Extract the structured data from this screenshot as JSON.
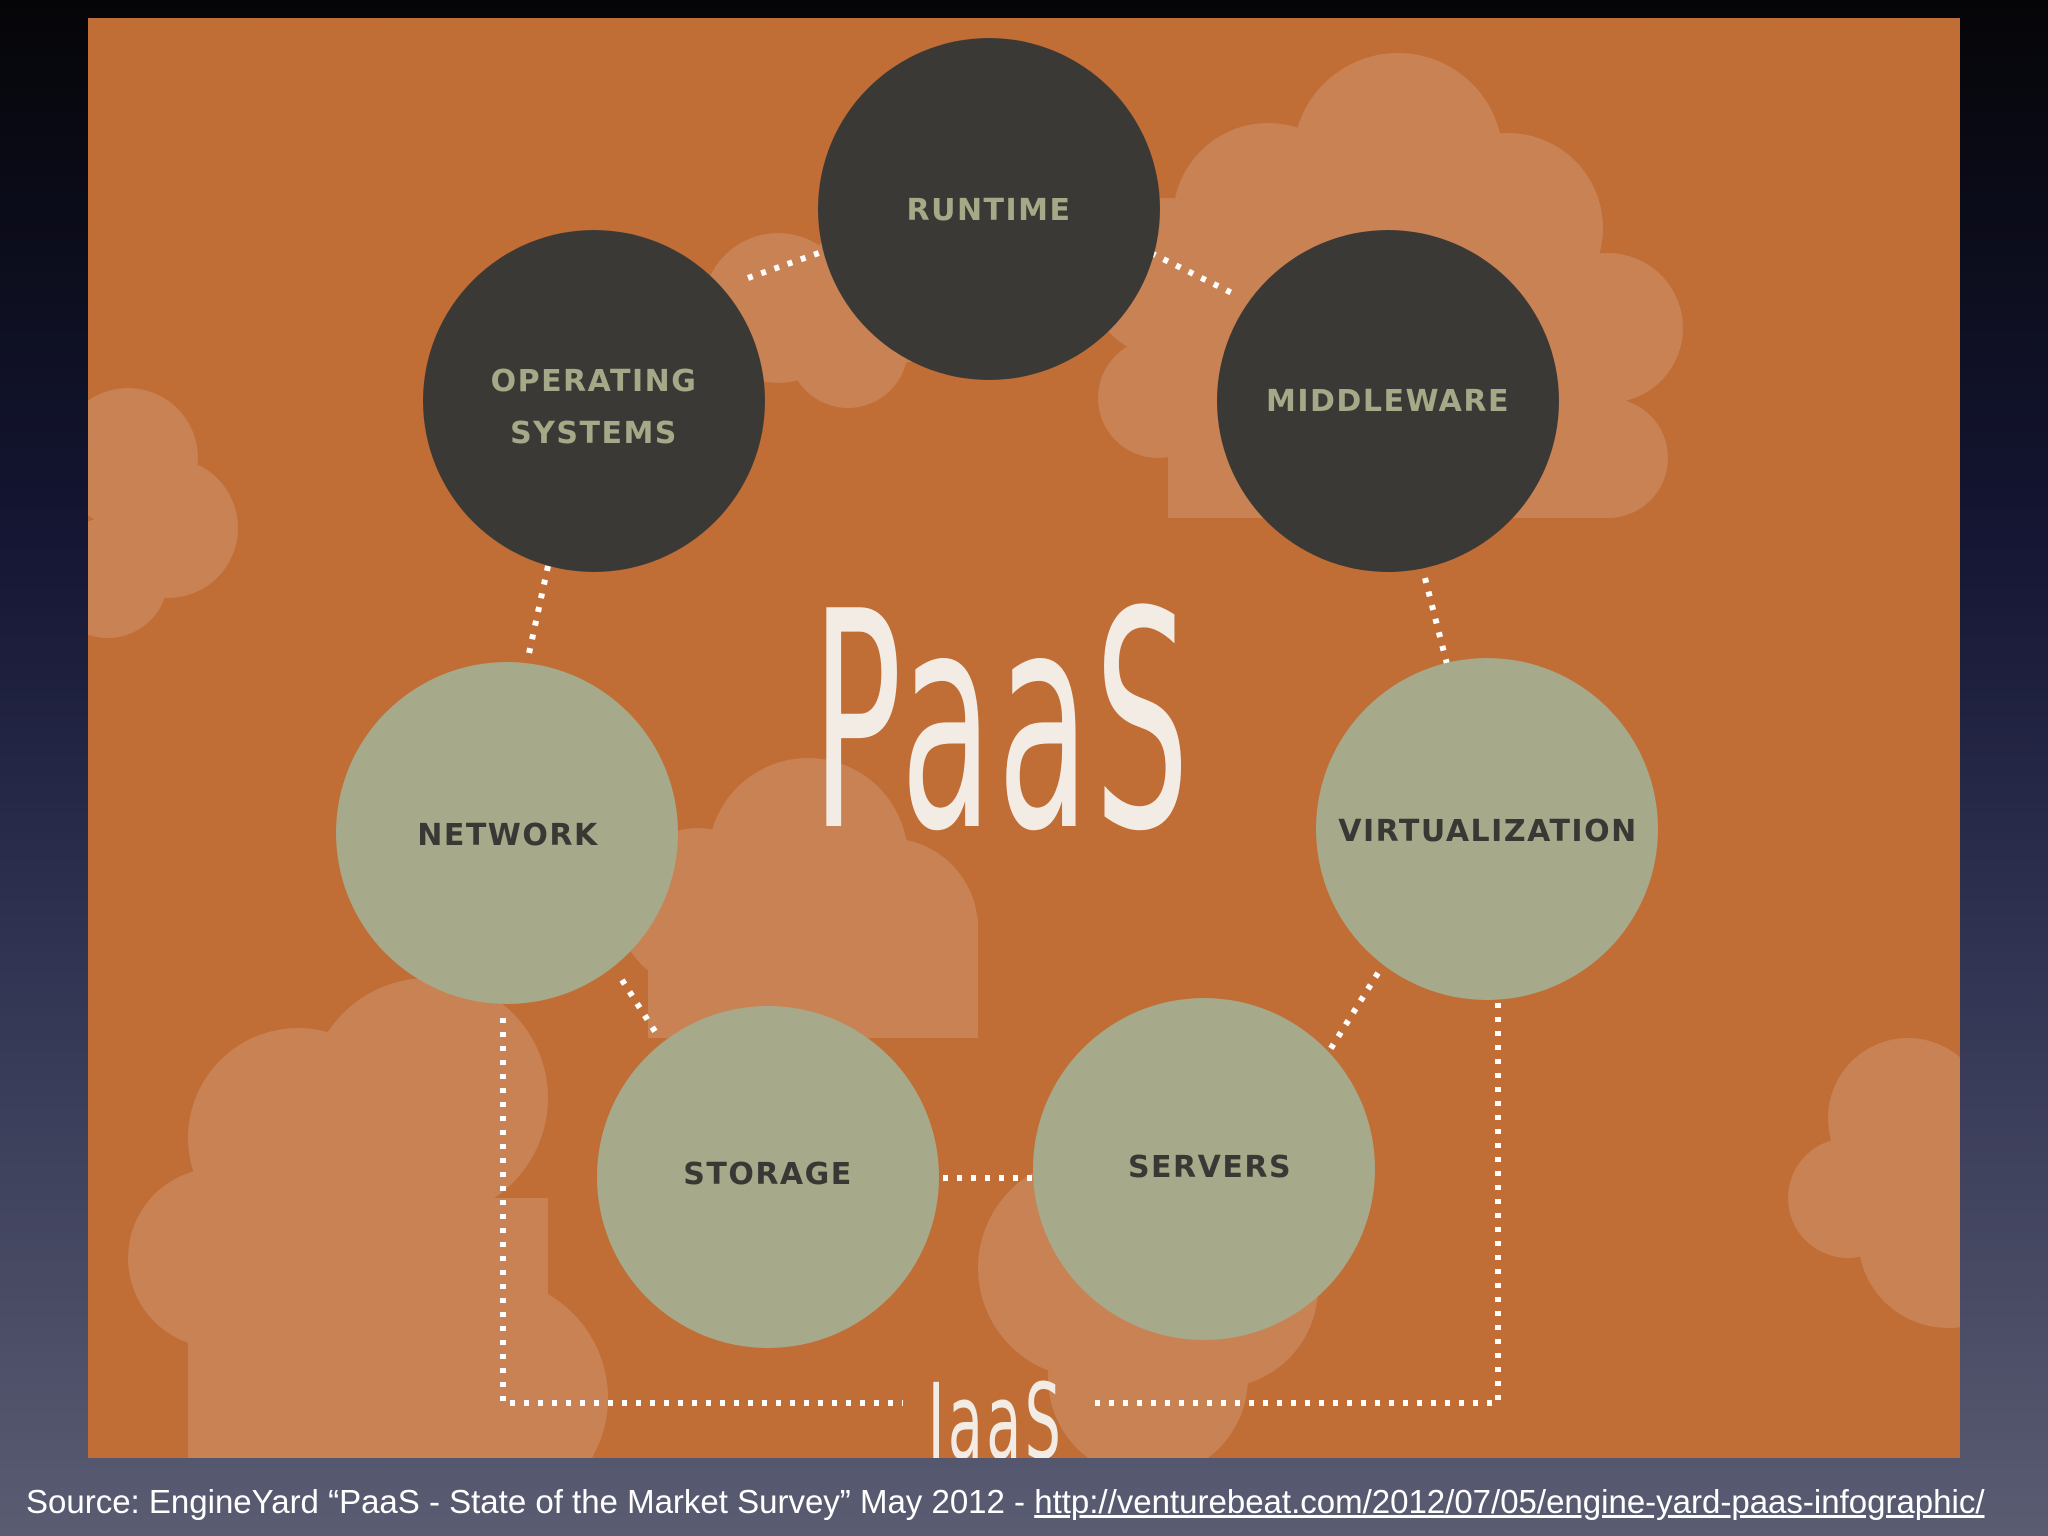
{
  "diagram": {
    "center_label": "PaaS",
    "base_label": "IaaS",
    "nodes": [
      {
        "id": "runtime",
        "label": "RUNTIME",
        "tier": "paas"
      },
      {
        "id": "operating-systems",
        "label": "OPERATING\nSYSTEMS",
        "tier": "paas"
      },
      {
        "id": "middleware",
        "label": "MIDDLEWARE",
        "tier": "paas"
      },
      {
        "id": "network",
        "label": "NETWORK",
        "tier": "iaas"
      },
      {
        "id": "virtualization",
        "label": "VIRTUALIZATION",
        "tier": "iaas"
      },
      {
        "id": "storage",
        "label": "STORAGE",
        "tier": "iaas"
      },
      {
        "id": "servers",
        "label": "SERVERS",
        "tier": "iaas"
      }
    ]
  },
  "colors": {
    "background": "#c06d36",
    "cloud": "#cc8a5e",
    "paas_node": "#3b3935",
    "iaas_node": "#a6aa8b",
    "connector": "#ffffff"
  },
  "caption": {
    "text": "Source: EngineYard “PaaS - State of the Market Survey” May 2012 - ",
    "link": "http://venturebeat.com/2012/07/05/engine-yard-paas-infographic/"
  }
}
